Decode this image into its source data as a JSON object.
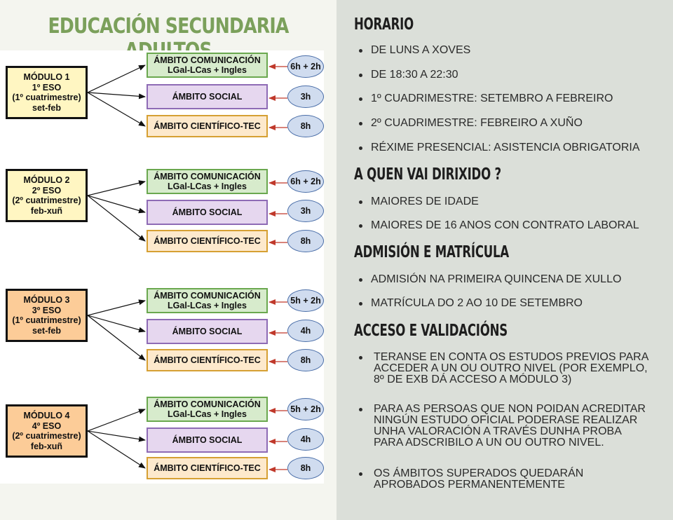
{
  "title": "EDUCACIÓN SECUNDARIA ADULTOS",
  "modules": [
    {
      "l1": "MÓDULO 1",
      "l2": "1º ESO",
      "l3": "(1º cuatrimestre)",
      "l4": "set-feb",
      "color": "#fff6c2",
      "hours": [
        "6h + 2h",
        "3h",
        "8h"
      ]
    },
    {
      "l1": "MÓDULO 2",
      "l2": "2º ESO",
      "l3": "(2º cuatrimestre)",
      "l4": "feb-xuñ",
      "color": "#fff6c2",
      "hours": [
        "6h + 2h",
        "3h",
        "8h"
      ]
    },
    {
      "l1": "MÓDULO 3",
      "l2": "3º ESO",
      "l3": "(1º cuatrimestre)",
      "l4": "set-feb",
      "color": "#fccc98",
      "hours": [
        "5h + 2h",
        "4h",
        "8h"
      ]
    },
    {
      "l1": "MÓDULO 4",
      "l2": "4º ESO",
      "l3": "(2º cuatrimestre)",
      "l4": "feb-xuñ",
      "color": "#fccc98",
      "hours": [
        "5h + 2h",
        "4h",
        "8h"
      ]
    }
  ],
  "ambitos": {
    "com_l1": "ÁMBITO COMUNICACIÓN",
    "com_l2": "LGal-LCas + Ingles",
    "soc": "ÁMBITO SOCIAL",
    "cie": "ÁMBITO CIENTÍFICO-TEC"
  },
  "colors": {
    "communication": "#6aa84f",
    "social": "#8e6bb5",
    "scientific": "#d6a033",
    "hours_border": "#4a6ea8",
    "hours_arrow": "#c0392b",
    "title": "#7ba05b"
  },
  "horario": {
    "heading": "HORARIO",
    "items": [
      "DE LUNS A XOVES",
      "DE 18:30 A 22:30",
      "1º CUADRIMESTRE: SETEMBRO A FEBREIRO",
      "2º CUADRIMESTRE: FEBREIRO A XUÑO",
      "RÉXIME PRESENCIAL: ASISTENCIA OBRIGATORIA"
    ]
  },
  "aquen": {
    "heading": "A QUEN VAI DIRIXIDO ?",
    "items": [
      "MAIORES DE IDADE",
      "MAIORES DE 16 ANOS CON CONTRATO LABORAL"
    ]
  },
  "admision": {
    "heading": "ADMISIÓN E MATRÍCULA",
    "items": [
      "ADMISIÓN NA PRIMEIRA QUINCENA DE XULLO",
      "MATRÍCULA DO 2 AO 10 DE SETEMBRO"
    ]
  },
  "acceso": {
    "heading": "ACCESO E VALIDACIÓNS",
    "items": [
      [
        "TERANSE EN CONTA OS ESTUDOS PREVIOS PARA",
        "ACCEDER A UN OU OUTRO NIVEL (POR EXEMPLO,",
        "8º DE EXB DÁ ACCESO A MÓDULO 3)"
      ],
      [
        "PARA AS PERSOAS QUE NON POIDAN ACREDITAR",
        "NINGÚN ESTUDO OFICIAL PODERASE REALIZAR",
        "UNHA VALORACIÓN A TRAVÉS DUNHA PROBA",
        "PARA ADSCRIBILO A UN OU OUTRO NIVEL."
      ],
      [
        "OS ÁMBITOS SUPERADOS QUEDARÁN",
        "APROBADOS PERMANENTEMENTE"
      ]
    ]
  }
}
